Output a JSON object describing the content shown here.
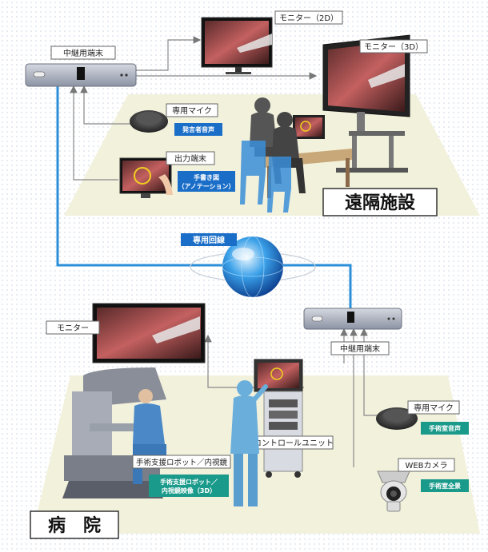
{
  "remote": {
    "title": "遠隔施設",
    "relay_label": "中継用端末",
    "monitor_2d_label": "モニター（2D）",
    "monitor_3d_label": "モニター（3D）",
    "mic_label": "専用マイク",
    "mic_tag": "発言者音声",
    "output_label": "出力端末",
    "annotation_tag_line1": "手書き図",
    "annotation_tag_line2": "（アノテーション）"
  },
  "network": {
    "label": "専用回線"
  },
  "hospital": {
    "title": "病　院",
    "relay_label": "中継用端末",
    "monitor_label": "モニター",
    "control_unit_label": "3Dコントロールユニット",
    "mic_label": "専用マイク",
    "mic_tag": "手術室音声",
    "camera_label": "WEBカメラ",
    "camera_tag": "手術室全景",
    "robot_label": "手術支援ロボット／内視鏡",
    "robot_tag_line1": "手術支援ロボット／",
    "robot_tag_line2": "内視鏡映像（3D）"
  },
  "colors": {
    "accent_blue": "#2a8fd8",
    "tag_blue": "#1a6ec8",
    "teal": "#1a9a8a",
    "floor": "#f2f1dc"
  }
}
